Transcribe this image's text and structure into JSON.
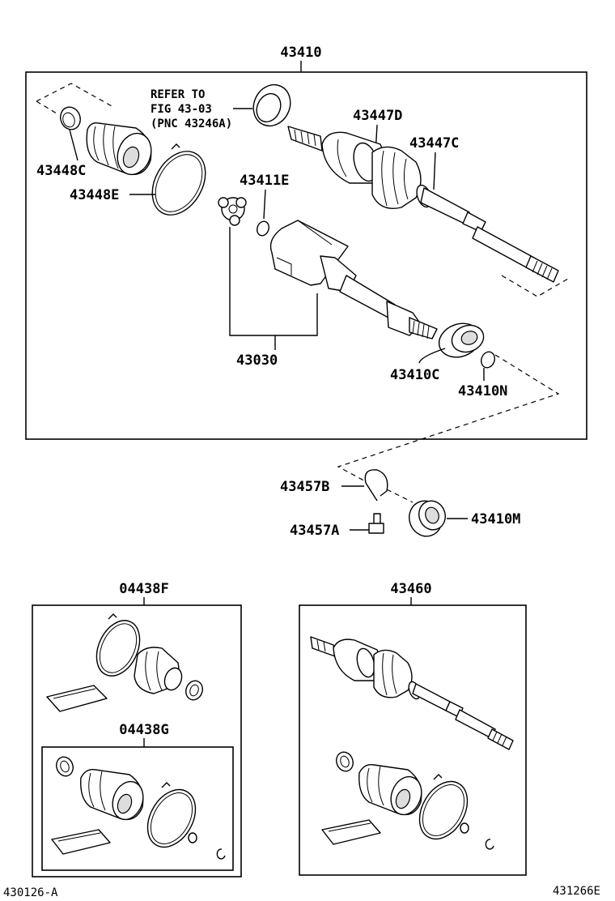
{
  "labels": {
    "assembly": "43410",
    "refer_line1": "REFER TO",
    "refer_line2": "FIG 43-03",
    "refer_line3": "(PNC 43246A)",
    "p43447D": "43447D",
    "p43447C": "43447C",
    "p43448C": "43448C",
    "p43448E": "43448E",
    "p43411E": "43411E",
    "p43030": "43030",
    "p43410C": "43410C",
    "p43410N": "43410N",
    "p43457B": "43457B",
    "p43457A": "43457A",
    "p43410M": "43410M",
    "kitF": "04438F",
    "kitG": "04438G",
    "shaft43460": "43460"
  },
  "footer": {
    "left_code": "430126-A",
    "right_code": "431266E"
  }
}
